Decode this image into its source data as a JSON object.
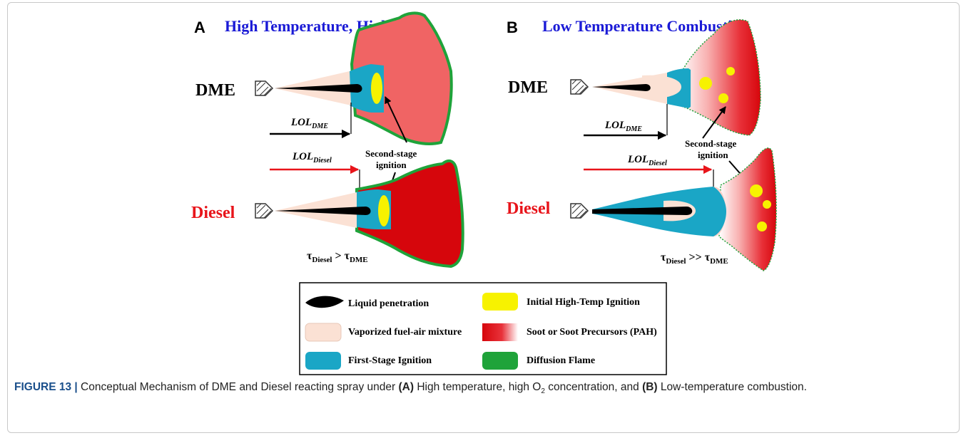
{
  "panels": {
    "a": {
      "letter": "A",
      "title": "High Temperature, High O",
      "title_sub": "2",
      "dme_label": "DME",
      "diesel_label": "Diesel",
      "lol_dme": "LOL",
      "lol_dme_sub": "DME",
      "lol_diesel": "LOL",
      "lol_diesel_sub": "Diesel",
      "ignition_l1": "Second-stage",
      "ignition_l2": "ignition",
      "tau_left": "τ",
      "tau_left_sub": "Diesel",
      "tau_op": " > ",
      "tau_right": "τ",
      "tau_right_sub": "DME"
    },
    "b": {
      "letter": "B",
      "title": "Low Temperature Combustion",
      "dme_label": "DME",
      "diesel_label": "Diesel",
      "lol_dme": "LOL",
      "lol_dme_sub": "DME",
      "lol_diesel": "LOL",
      "lol_diesel_sub": "Diesel",
      "ignition_l1": "Second-stage",
      "ignition_l2": "ignition",
      "tau_left": "τ",
      "tau_left_sub": "Diesel",
      "tau_op": " >> ",
      "tau_right": "τ",
      "tau_right_sub": "DME"
    }
  },
  "legend": {
    "items": [
      {
        "label": "Liquid penetration"
      },
      {
        "label": "Initial High-Temp Ignition"
      },
      {
        "label": "Vaporized fuel-air mixture"
      },
      {
        "label": "Soot or Soot Precursors (PAH)"
      },
      {
        "label": "First-Stage Ignition"
      },
      {
        "label": "Diffusion Flame"
      }
    ]
  },
  "colors": {
    "title_blue": "#1a1ad6",
    "diesel_red": "#e8141a",
    "liquid": "#000000",
    "vapor": "#fbe1d4",
    "first_stage": "#1aa6c6",
    "ignition": "#f7f200",
    "soot_dark": "#d6060c",
    "soot_light": "#f06464",
    "flame": "#1fa33a"
  },
  "caption": {
    "label": "FIGURE 13 |",
    "t1": " Conceptual Mechanism of DME and Diesel reacting spray under ",
    "a": "(A)",
    "t2": " High temperature, high O",
    "sub": "2",
    "t3": " concentration, and ",
    "b": "(B)",
    "t4": " Low-temperature combustion."
  }
}
